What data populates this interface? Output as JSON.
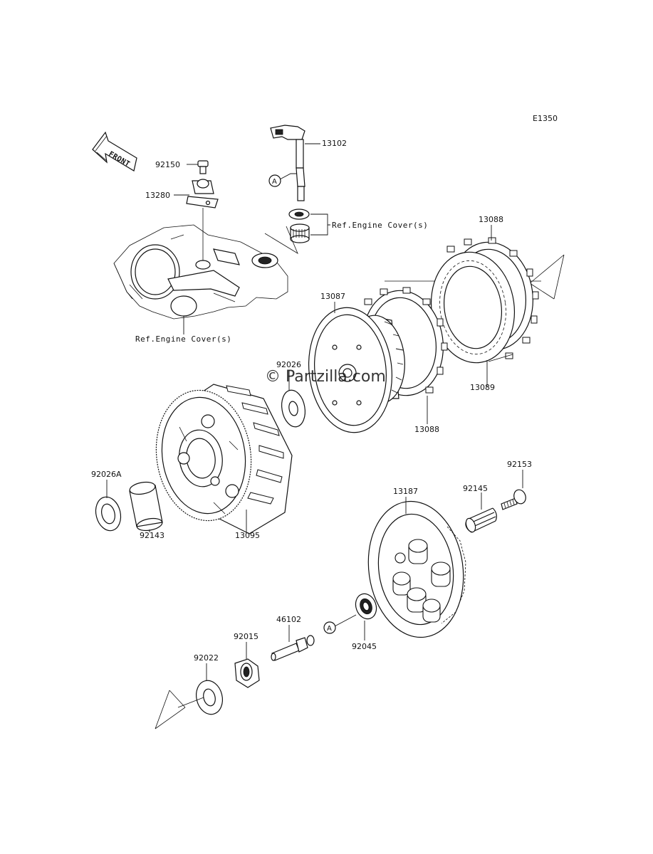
{
  "diagram": {
    "code": "E1350",
    "watermark": "© Partzilla.com",
    "front_label": "FRONT",
    "ref_engine_cover_top": "Ref.Engine Cover(s)",
    "ref_engine_cover_bottom": "Ref.Engine Cover(s)",
    "marker_a": "A"
  },
  "parts": {
    "p13102": "13102",
    "p92150": "92150",
    "p13280": "13280",
    "p13088_top": "13088",
    "p13087": "13087",
    "p92026": "92026",
    "p13089": "13089",
    "p13088_bottom": "13088",
    "p92026A": "92026A",
    "p92143": "92143",
    "p13095": "13095",
    "p92153": "92153",
    "p13187": "13187",
    "p92145": "92145",
    "p46102": "46102",
    "p92015": "92015",
    "p92045": "92045",
    "p92022": "92022"
  }
}
